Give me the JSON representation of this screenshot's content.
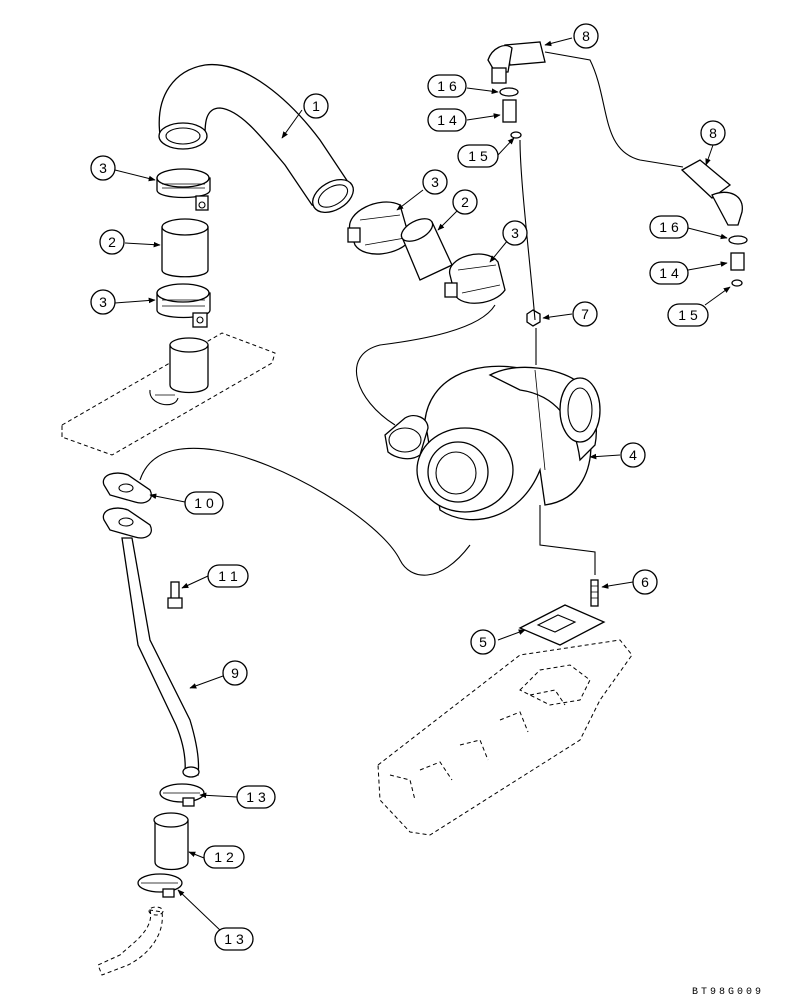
{
  "drawing_ref": "BT98G009",
  "callouts": {
    "c1": "1",
    "c2a": "2",
    "c2b": "2",
    "c3a": "3",
    "c3b": "3",
    "c3c": "3",
    "c3d": "3",
    "c4": "4",
    "c5": "5",
    "c6": "6",
    "c7": "7",
    "c8a": "8",
    "c8b": "8",
    "c9": "9",
    "c10": "1 0",
    "c11": "1 1",
    "c12": "1 2",
    "c13a": "1 3",
    "c13b": "1 3",
    "c14a": "1 4",
    "c14b": "1 4",
    "c15a": "1 5",
    "c15b": "1 5",
    "c16a": "1 6",
    "c16b": "1 6"
  }
}
